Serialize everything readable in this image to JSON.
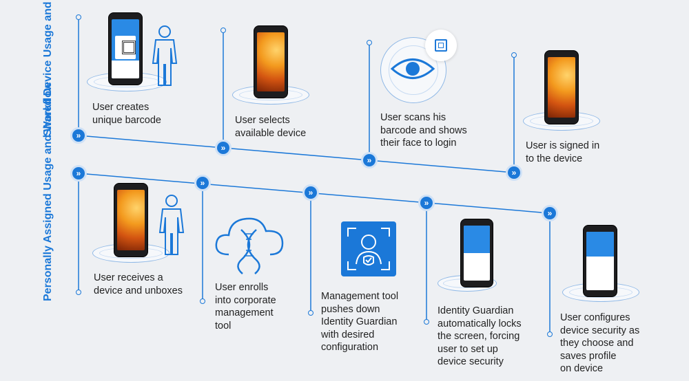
{
  "rows": {
    "shared": "Shared Device\nUsage and Workflow",
    "personal": "Personally Assigned\nUsage and Workflow"
  },
  "shared_steps": [
    {
      "text": "User creates\nunique barcode"
    },
    {
      "text": "User selects\navailable device"
    },
    {
      "text": "User scans his\nbarcode and shows\ntheir face to login"
    },
    {
      "text": "User is signed in\nto the device"
    }
  ],
  "personal_steps": [
    {
      "text": "User receives a\ndevice and unboxes"
    },
    {
      "text": "User enrolls\ninto corporate\nmanagement\ntool"
    },
    {
      "text": "Management tool\npushes down\nIdentity Guardian\nwith desired\nconfiguration"
    },
    {
      "text": "Identity Guardian\nautomatically locks\nthe screen, forcing\nuser to set up\ndevice security"
    },
    {
      "text": "User configures\ndevice security as\nthey choose and\nsaves profile\non device"
    }
  ],
  "icons": [
    "chevron-icon",
    "person-icon",
    "eye-icon",
    "face-scan-icon",
    "cloud-dna-icon",
    "face-shield-icon"
  ],
  "colors": {
    "accent": "#1b78d8",
    "background": "#eef0f3"
  }
}
